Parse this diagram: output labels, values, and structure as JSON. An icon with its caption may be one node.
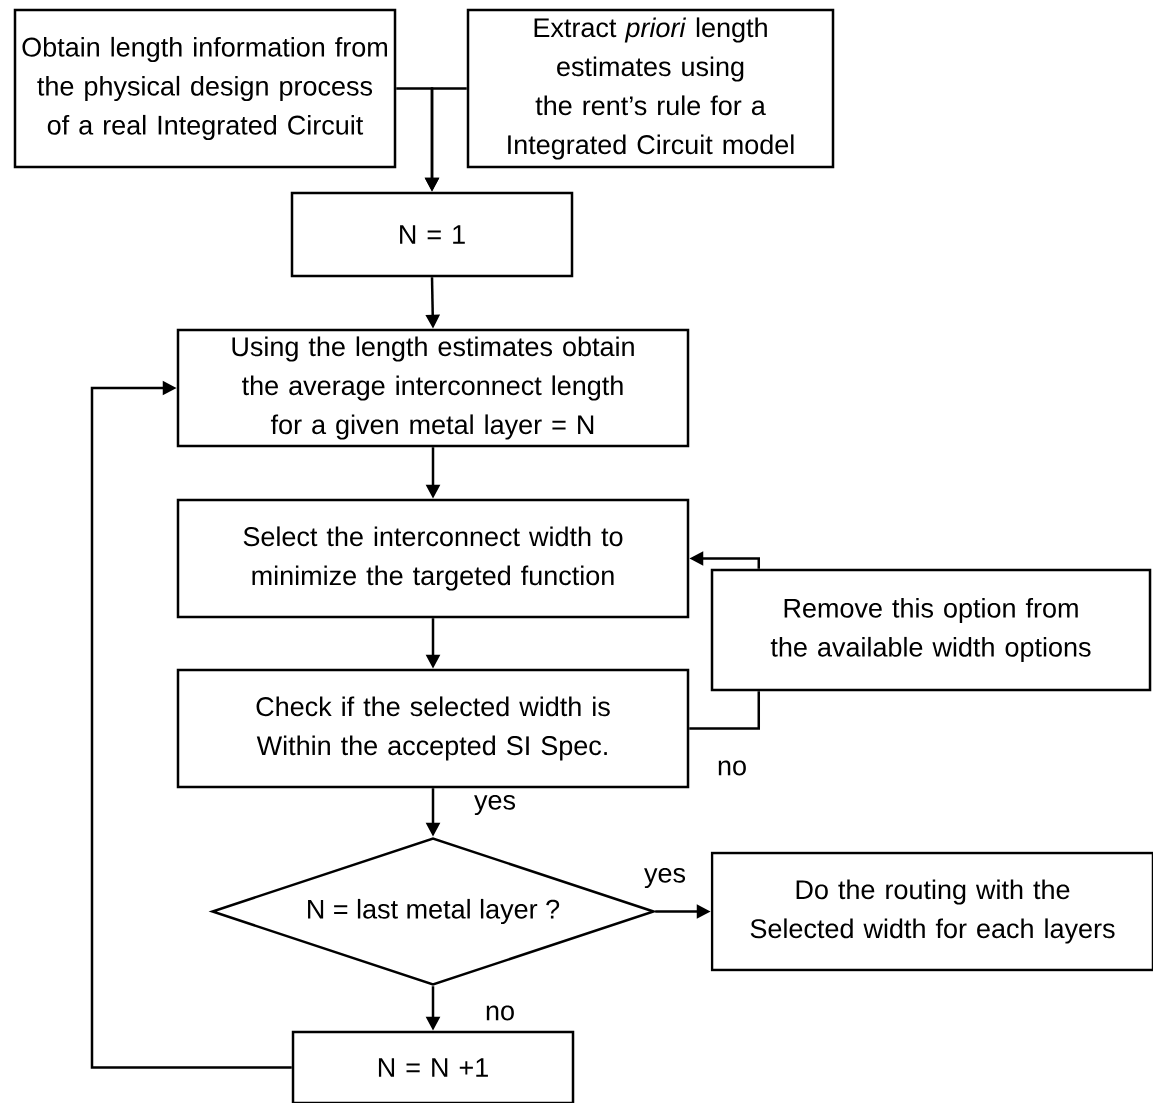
{
  "diagram": {
    "nodes": [
      {
        "text": [
          "Obtain length information from the physical design process of a real Integrated Circuit"
        ]
      },
      {
        "text": [
          "Extract *priori* length estimates using the rent’s rule for a Integrated Circuit model"
        ]
      },
      {
        "text": [
          "N = 1"
        ]
      },
      {
        "text": [
          "Using the length estimates obtain the average interconnect length for a given metal layer = N"
        ]
      },
      {
        "text": [
          "Select the interconnect width to minimize the targeted function"
        ]
      },
      {
        "text": [
          "Remove this option from the available width options"
        ]
      },
      {
        "text": [
          "Check if the selected width is Within the accepted SI Spec."
        ]
      },
      {
        "text": [
          "N = last metal layer ?"
        ]
      },
      {
        "text": [
          "Do the routing with the Selected width for each layers"
        ]
      },
      {
        "text": [
          "N = N +1"
        ]
      }
    ],
    "edges": [
      {
        "from": 0,
        "to": 2,
        "arrow": "to"
      },
      {
        "from": 1,
        "to": 2,
        "arrow": "to"
      },
      {
        "from": 2,
        "to": 3,
        "arrow": "to"
      },
      {
        "from": 3,
        "to": 4,
        "arrow": "to"
      },
      {
        "from": 4,
        "to": 6,
        "arrow": "to"
      },
      {
        "from": 6,
        "to": 5,
        "arrow": "none",
        "label": "no"
      },
      {
        "from": 5,
        "to": 4,
        "arrow": "to"
      },
      {
        "from": 6,
        "to": 7,
        "arrow": "to",
        "label": "yes"
      },
      {
        "from": 7,
        "to": 8,
        "arrow": "to",
        "label": "yes"
      },
      {
        "from": 7,
        "to": 9,
        "arrow": "to",
        "label": "no"
      },
      {
        "from": 9,
        "to": 3,
        "arrow": "to"
      }
    ]
  }
}
